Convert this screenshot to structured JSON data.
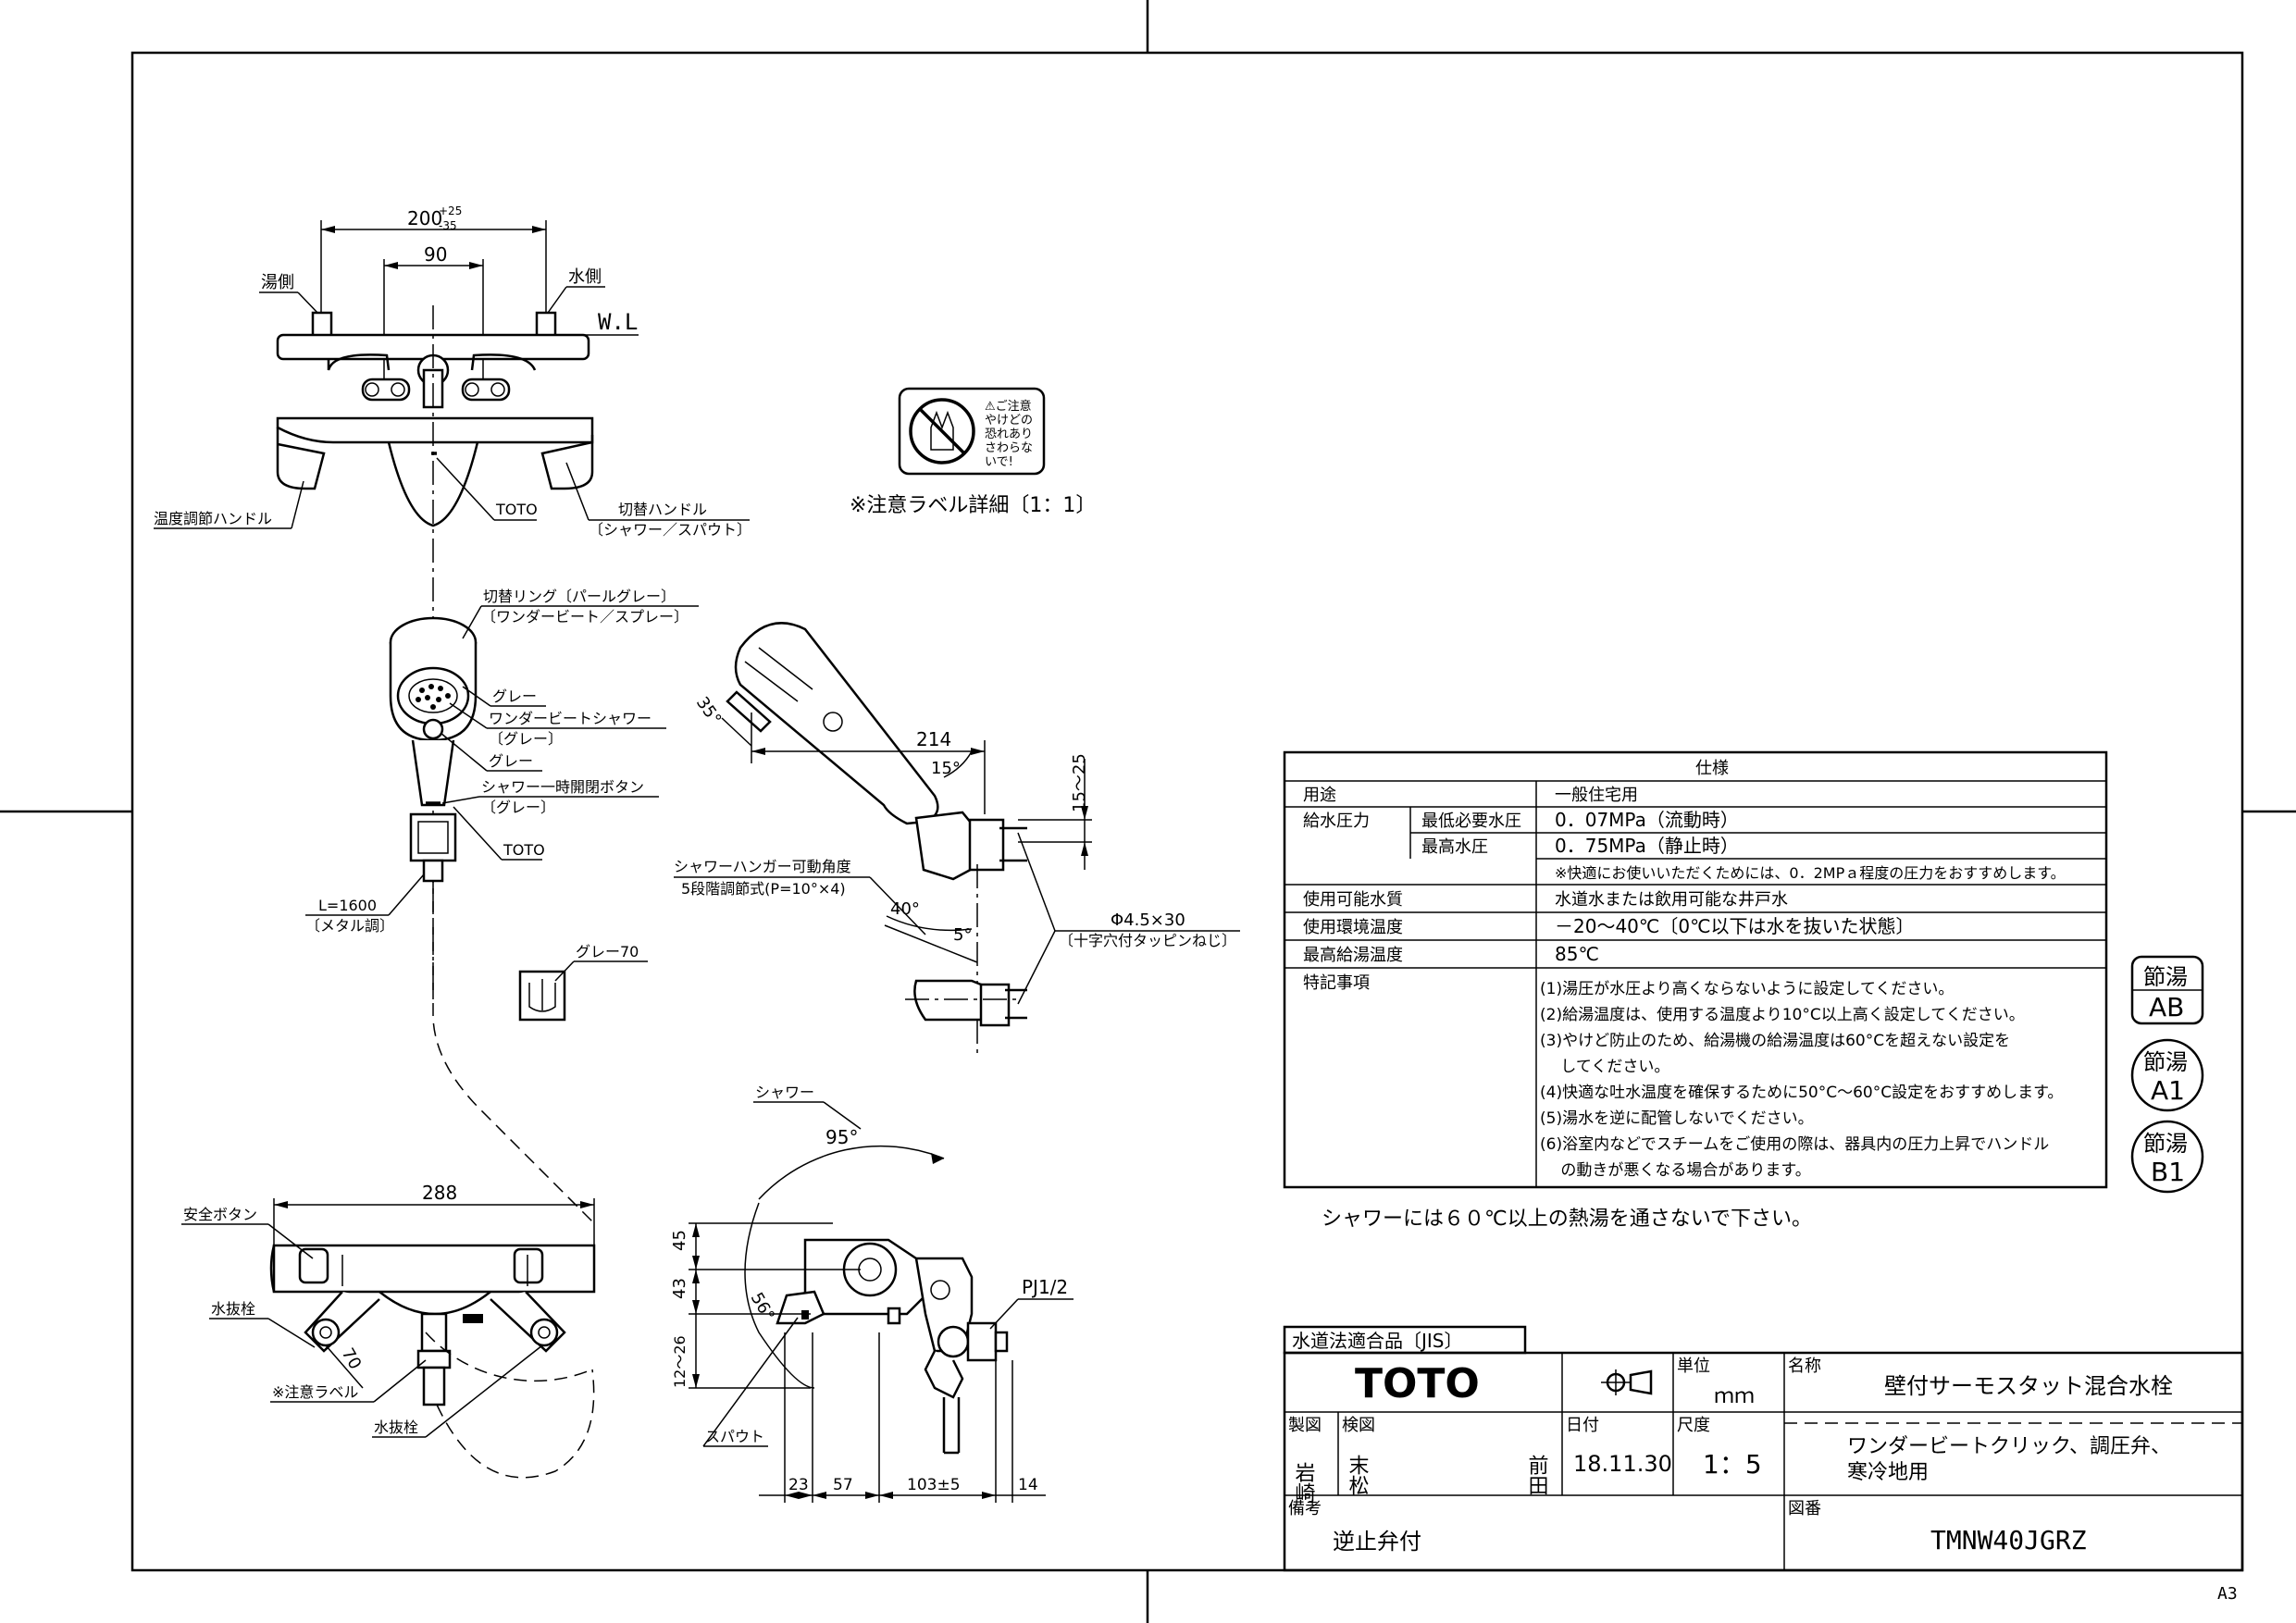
{
  "drawing": {
    "top_view": {
      "dim_overall": "200",
      "dim_overall_tol_upper": "+25",
      "dim_overall_tol_lower": "-35",
      "dim_spacing": "90",
      "hot_side": "湯側",
      "cold_side": "水側",
      "water_line": "W.L",
      "temp_handle": "温度調節ハンドル",
      "switch_handle": "切替ハンドル",
      "switch_handle_sub": "〔シャワー／スパウト〕",
      "brand_mark": "TOTO"
    },
    "caution_label": {
      "caption": "※注意ラベル詳細〔1：1〕",
      "text_lines": [
        "⚠ご注意",
        "やけどの",
        "恐れあり",
        "さわらな",
        "いで!"
      ]
    },
    "shower_head_front": {
      "switch_ring": "切替リング〔パールグレー〕",
      "switch_ring_sub": "〔ワンダービート／スプレー〕",
      "gray1": "グレー",
      "wonder_beat": "ワンダービートシャワー",
      "wonder_beat_sub": "〔グレー〕",
      "gray2": "グレー",
      "stop_button": "シャワー一時開閉ボタン",
      "stop_button_sub": "〔グレー〕",
      "brand_mark": "TOTO",
      "hose_length": "L=1600",
      "hose_length_sub": "〔メタル調〕",
      "hanger_color": "グレー70"
    },
    "shower_side": {
      "angle_35": "35°",
      "dim_214": "214",
      "angle_15": "15°",
      "dim_15_25": "15～25",
      "hanger_angle": "シャワーハンガー可動角度",
      "hanger_angle_sub": "5段階調節式(P=10°×4)",
      "angle_40": "40°",
      "angle_5": "5°",
      "screw": "Φ4.5×30",
      "screw_sub": "〔十字穴付タッピンねじ〕"
    },
    "bottom_view": {
      "dim_288": "288",
      "safety_button": "安全ボタン",
      "drain_plug1": "水抜栓",
      "dim_70": "70",
      "caution_label": "※注意ラベル",
      "drain_plug2": "水抜栓"
    },
    "side_view": {
      "shower": "シャワー",
      "angle_95": "95°",
      "dim_45": "45",
      "dim_43": "43",
      "angle_56": "56°",
      "dim_12_26": "12～26",
      "pj": "PJ1/2",
      "spout": "スパウト",
      "dim_23": "23",
      "dim_57": "57",
      "dim_103": "103±5",
      "dim_14": "14"
    }
  },
  "spec_table": {
    "title": "仕様",
    "rows": [
      {
        "label": "用途",
        "sub": "",
        "value": "一般住宅用"
      },
      {
        "label": "給水圧力",
        "sub": "最低必要水圧",
        "value": "0．07MPa（流動時）"
      },
      {
        "label": "",
        "sub": "最高水圧",
        "value": "0．75MPa（静止時）"
      },
      {
        "label": "",
        "sub": "",
        "value": "※快適にお使いいただくためには、0．2MPａ程度の圧力をおすすめします。"
      },
      {
        "label": "使用可能水質",
        "sub": "",
        "value": "水道水または飲用可能な井戸水"
      },
      {
        "label": "使用環境温度",
        "sub": "",
        "value": "－20～40℃〔0℃以下は水を抜いた状態〕"
      },
      {
        "label": "最高給湯温度",
        "sub": "",
        "value": "85℃"
      }
    ],
    "notes_label": "特記事項",
    "notes": [
      "(1)湯圧が水圧より高くならないように設定してください。",
      "(2)給湯温度は、使用する温度より10°C以上高く設定してください。",
      "(3)やけど防止のため、給湯機の給湯温度は60°Cを超えない設定を",
      "　 してください。",
      "(4)快適な吐水温度を確保するために50°C～60°C設定をおすすめします。",
      "(5)湯水を逆に配管しないでください。",
      "(6)浴室内などでスチームをご使用の際は、器具内の圧力上昇でハンドル",
      "　 の動きが悪くなる場合があります。"
    ],
    "warning": "シャワーには６０℃以上の熱湯を通さないで下さい。"
  },
  "badges": [
    {
      "top": "節湯",
      "bottom": "AB"
    },
    {
      "top": "節湯",
      "bottom": "A1"
    },
    {
      "top": "節湯",
      "bottom": "B1"
    }
  ],
  "title_block": {
    "jis": "水道法適合品〔JIS〕",
    "brand": "TOTO",
    "unit_label": "単位",
    "unit_value": "ｍｍ",
    "name_label": "名称",
    "name_value": "壁付サーモスタット混合水栓",
    "drawn_label": "製図",
    "drawn_value": "岩崎",
    "checked_label": "検図",
    "checked_value1": "末松",
    "checked_value2": "前田",
    "date_label": "日付",
    "date_value": "18.11.30",
    "scale_label": "尺度",
    "scale_value": "1：5",
    "desc_line1": "ワンダービートクリック、調圧弁、",
    "desc_line2": "寒冷地用",
    "remarks_label": "備考",
    "remarks_value": "逆止弁付",
    "drawing_no_label": "図番",
    "drawing_no_value": "TMNW40JGRZ",
    "sheet_size": "A3"
  }
}
